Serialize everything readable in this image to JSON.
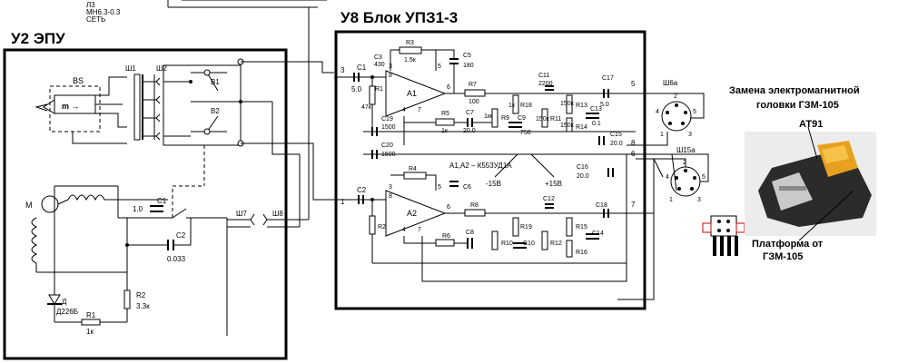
{
  "blocks": {
    "epu_title": "У2  ЭПУ",
    "amp_title": "У8 Блок УПЗ1-3",
    "lamp_line1": "Л3",
    "lamp_line2": "МН6.3-0.3",
    "lamp_line3": "СЕТЬ"
  },
  "epu": {
    "bs": "BS",
    "m_arrow": "m →",
    "sh1": "Ш1",
    "sh2": "Ш2",
    "b1": "В1",
    "b2": "В2",
    "motor": "М",
    "c1": "С1",
    "c1_val": "1.0",
    "c2": "С2",
    "c2_val": "0.033",
    "sh7": "Ш7",
    "sh8": "Ш8",
    "diode": "Д",
    "diode_type": "Д226Б",
    "r1": "R1",
    "r1_val": "1к",
    "r2": "R2",
    "r2_val": "3.3к"
  },
  "amp": {
    "a1": "А1",
    "a2": "А2",
    "opamp_note": "А1,А2 – К553УД1А",
    "m15": "-15В",
    "p15": "+15В",
    "top": {
      "c1": "С1",
      "c1v": "5.0",
      "c3": "С3",
      "c3v": "430",
      "r3": "R3",
      "r3v": "1.5к",
      "c5": "С5",
      "c5v": "180",
      "r1": "R1",
      "r1v": "47к",
      "c19": "С19",
      "c19v": "1500",
      "c20": "С20",
      "c20v": "1500",
      "r5": "R5",
      "r5v": "1к",
      "c7": "С7",
      "c7v": "20.0",
      "r7": "R7",
      "r7v": "100",
      "r9": "R9",
      "r9v": "1м",
      "r18": "R18",
      "r18v": "1к",
      "c9": "С9",
      "c9v": "750",
      "c11": "С11",
      "c11v": "2200",
      "r11": "R11",
      "r11v": "150к",
      "r13": "R13",
      "r13v": "150к",
      "r14": "R14",
      "r14v": "150к",
      "c13": "С13",
      "c13v": "0.1",
      "c17": "С17",
      "c17v": "5.0",
      "c15": "С15",
      "c15v": "20.0",
      "c16": "С16",
      "c16v": "20.0"
    },
    "bot": {
      "c2": "С2",
      "r2": "R2",
      "r4": "R4",
      "c6": "С6",
      "r6": "R6",
      "c8": "С8",
      "r8": "R8",
      "r10": "R10",
      "c10": "С10",
      "r19": "R19",
      "c12": "С12",
      "r12": "R12",
      "r15": "R15",
      "r16": "R16",
      "c14": "С14",
      "c18": "С18"
    },
    "pins": {
      "p3": "3",
      "p1": "1",
      "p5": "5",
      "p6": "6",
      "p7": "7",
      "p8": "8",
      "a1_3": "3",
      "a1_8": "8",
      "a1_4": "4",
      "a1_7": "7",
      "a1_6": "6",
      "a1_5": "5",
      "a2_3": "3",
      "a2_8": "8",
      "a2_4": "4",
      "a2_7": "7",
      "a2_6": "6",
      "a2_5": "5"
    }
  },
  "connectors": {
    "sh6a": "Ш6а",
    "sh15a": "Ш15а",
    "n1": "1",
    "n2": "2",
    "n3": "3",
    "n4": "4",
    "n5": "5"
  },
  "replacement": {
    "title_line1": "Замена электромагнитной",
    "title_line2": "головки ГЗМ-105",
    "at91": "АТ91",
    "platform_line1": "Платформа от",
    "platform_line2": "ГЗМ-105"
  }
}
